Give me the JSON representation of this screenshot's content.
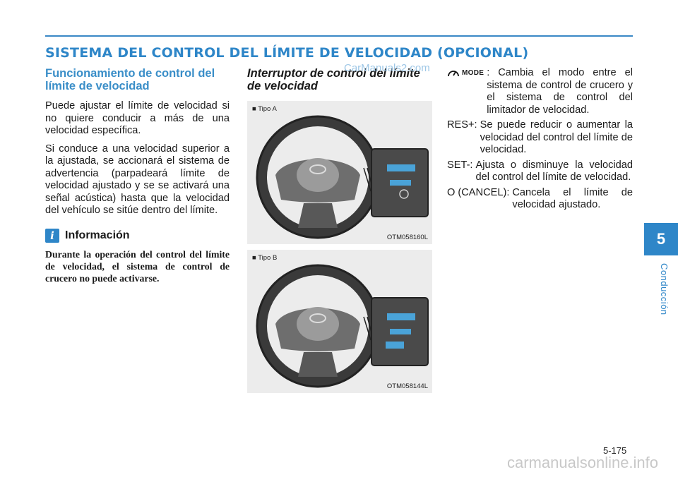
{
  "section_title": "SISTEMA DEL CONTROL DEL LÍMITE DE VELOCIDAD (OPCIONAL)",
  "col1": {
    "title": "Funcionamiento de control del límite de velocidad",
    "paragraphs": [
      "Puede ajustar el límite de velocidad si no quiere conducir a más de una velocidad específica.",
      "Si conduce a una velocidad superior a la ajustada, se accionará el sistema de advertencia (parpadeará límite de velocidad ajustado y se se activará una señal acústica) hasta que la velocidad del vehículo se sitúe dentro del límite."
    ],
    "info": {
      "icon": "i",
      "title": "Información",
      "text": "Durante la operación del control del límite de velocidad, el sistema de control de crucero no puede activarse."
    }
  },
  "col2": {
    "title": "Interruptor de control del límite de velocidad",
    "watermark": "CarManuals2.com",
    "figures": [
      {
        "tag": "■ Tipo A",
        "code": "OTM058160L"
      },
      {
        "tag": "■ Tipo B",
        "code": "OTM058144L"
      }
    ]
  },
  "col3": {
    "mode_label": "MODE",
    "mode_desc": ": Cambia el modo entre el sistema de control de crucero  y el sistema de control del limitador de velocidad.",
    "entries": [
      {
        "key": "RES+:",
        "val": "Se puede reducir o aumentar la velocidad del control del límite de velocidad."
      },
      {
        "key": "SET-:",
        "val": "Ajusta o disminuye la velocidad del control del límite de velocidad."
      },
      {
        "key": "O (CANCEL):",
        "val": "Cancela el límite de velocidad ajustado."
      }
    ]
  },
  "chapter": {
    "number": "5",
    "name": "Conducción"
  },
  "page_number": "5-175",
  "footer_watermark": "carmanualsonline.info",
  "colors": {
    "accent": "#2e86c8",
    "figure_bg": "#ececec"
  }
}
